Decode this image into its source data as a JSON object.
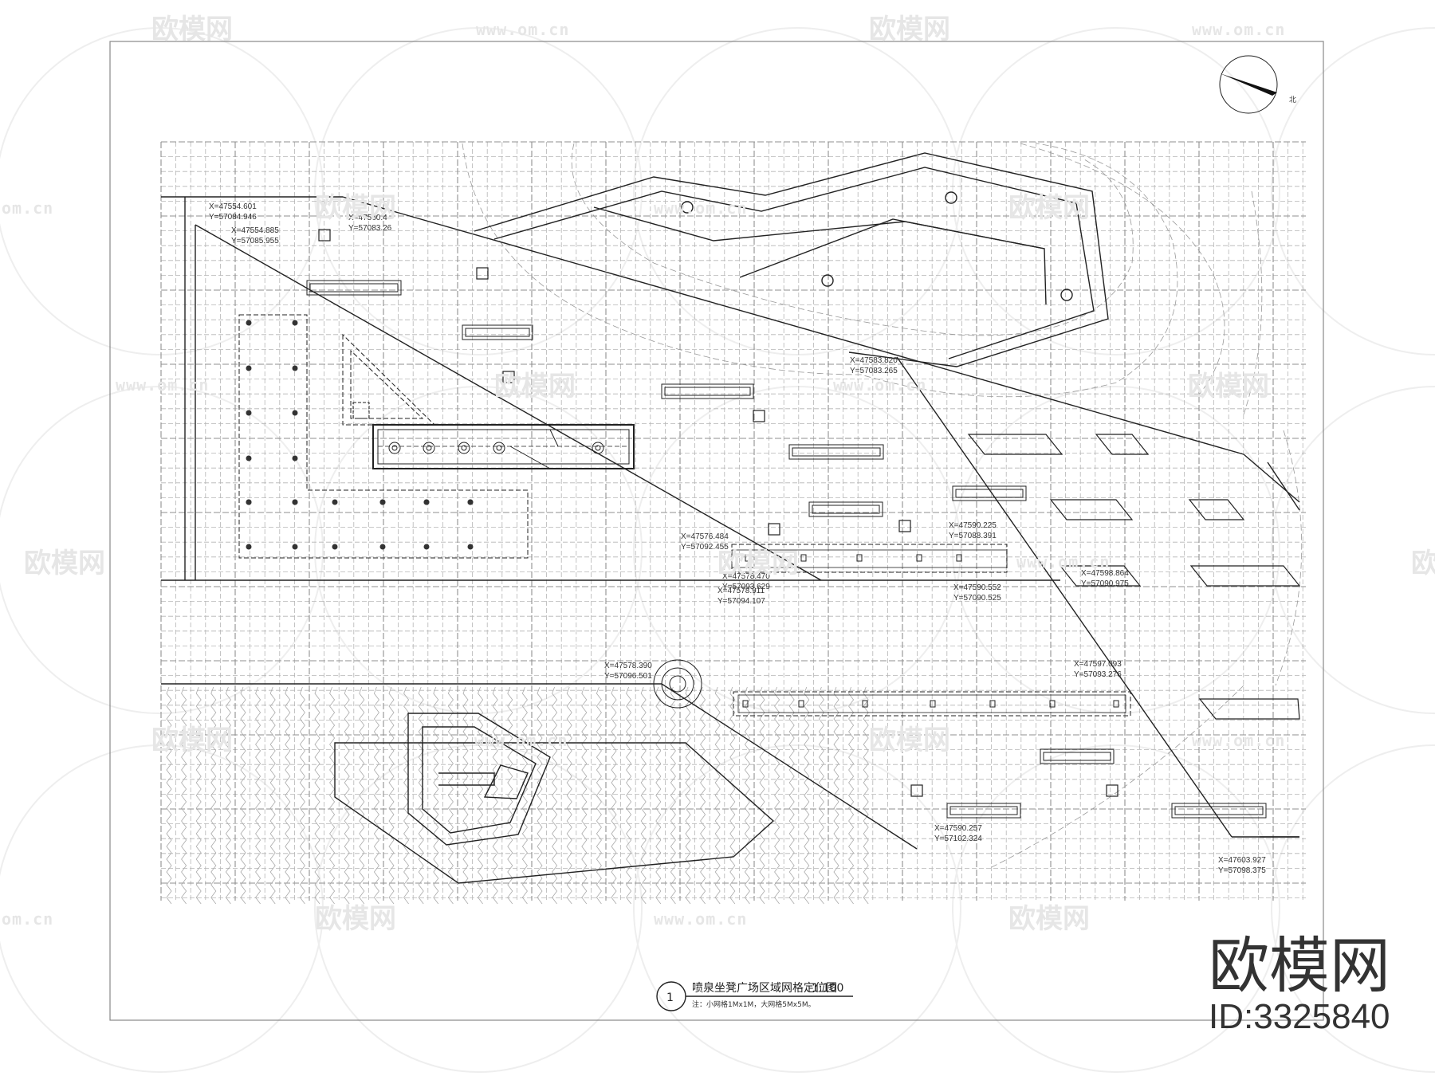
{
  "drawing": {
    "title": "喷泉坐凳广场区域网格定位图",
    "scale": "1:100",
    "number": "1",
    "note": "注：小网格1Mx1M，大网格5Mx5M。",
    "north_label": "北"
  },
  "watermark": {
    "brand": "欧模网",
    "url": "www.om.cn",
    "url_partial": "om.cn"
  },
  "brand_stamp": {
    "name": "欧模网",
    "id": "ID:3325840"
  },
  "coordinates": [
    {
      "x": "X=47554.601",
      "y": "Y=57084.946"
    },
    {
      "x": "X=47554.885",
      "y": "Y=57085.955"
    },
    {
      "x": "X=47560.4",
      "y": "Y=57083.26"
    },
    {
      "x": "X=47583.820",
      "y": "Y=57083.265"
    },
    {
      "x": "X=47576.484",
      "y": "Y=57092.455"
    },
    {
      "x": "X=47590.225",
      "y": "Y=57088.391"
    },
    {
      "x": "X=47578.470",
      "y": "Y=57093.629"
    },
    {
      "x": "X=47578.911",
      "y": "Y=57094.107"
    },
    {
      "x": "X=47590.552",
      "y": "Y=57090.525"
    },
    {
      "x": "X=47598.864",
      "y": "Y=57090.975"
    },
    {
      "x": "X=47578.390",
      "y": "Y=57096.501"
    },
    {
      "x": "X=47597.093",
      "y": "Y=57093.276"
    },
    {
      "x": "X=47590.257",
      "y": "Y=57102.324"
    },
    {
      "x": "X=47603.927",
      "y": "Y=57098.375"
    }
  ],
  "colors": {
    "line": "#222222",
    "grid": "#9a9a9a",
    "watermark": "#e6e6e6"
  }
}
